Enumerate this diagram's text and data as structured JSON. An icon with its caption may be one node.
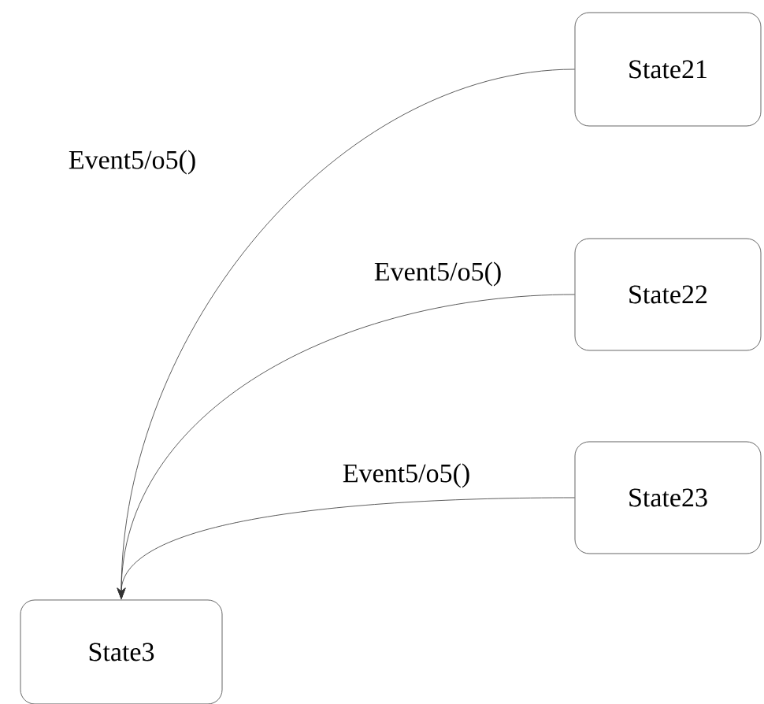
{
  "diagram": {
    "nodes": [
      {
        "text": [
          "State21"
        ]
      },
      {
        "text": [
          "State22"
        ]
      },
      {
        "text": [
          "State23"
        ]
      },
      {
        "text": [
          "State3"
        ]
      }
    ],
    "edges": [
      {
        "from": 0,
        "to": 3,
        "arrow": "to",
        "label": "Event5/o5()"
      },
      {
        "from": 1,
        "to": 3,
        "arrow": "to",
        "label": "Event5/o5()"
      },
      {
        "from": 2,
        "to": 3,
        "arrow": "to",
        "label": "Event5/o5()"
      }
    ]
  }
}
